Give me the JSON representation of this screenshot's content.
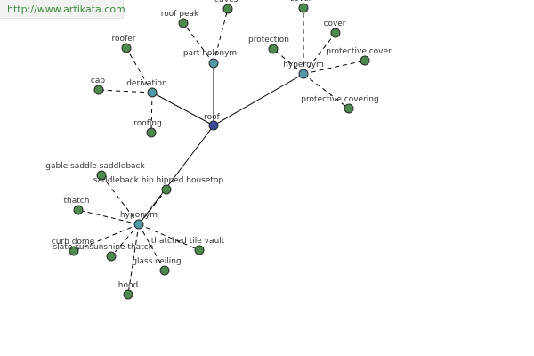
{
  "banner": {
    "url": "http://www.artikata.com"
  },
  "colors": {
    "root": "#3b4a9c",
    "relation": "#4f9aa6",
    "leaf": "#4e8a4e"
  },
  "graph": {
    "nodes": [
      {
        "id": "roof",
        "label": "roof",
        "kind": "root"
      },
      {
        "id": "part_holonym",
        "label": "part holonym",
        "kind": "relation"
      },
      {
        "id": "derivation",
        "label": "derivation",
        "kind": "relation"
      },
      {
        "id": "hypernym",
        "label": "hypernym",
        "kind": "relation"
      },
      {
        "id": "hyponym",
        "label": "hyponym",
        "kind": "relation"
      },
      {
        "id": "roof_peak",
        "label": "roof peak",
        "kind": "leaf"
      },
      {
        "id": "eaves",
        "label": "eaves",
        "kind": "leaf"
      },
      {
        "id": "roofer",
        "label": "roofer",
        "kind": "leaf"
      },
      {
        "id": "cap",
        "label": "cap",
        "kind": "leaf"
      },
      {
        "id": "roofing",
        "label": "roofing",
        "kind": "leaf"
      },
      {
        "id": "cover_top",
        "label": "cover",
        "kind": "leaf"
      },
      {
        "id": "cover",
        "label": "cover",
        "kind": "leaf"
      },
      {
        "id": "protection",
        "label": "protection",
        "kind": "leaf"
      },
      {
        "id": "protective_cover",
        "label": "protective cover",
        "kind": "leaf"
      },
      {
        "id": "protective_covering",
        "label": "protective covering",
        "kind": "leaf"
      },
      {
        "id": "gable",
        "label": "gable saddle saddleback",
        "kind": "leaf"
      },
      {
        "id": "saddleback",
        "label": "saddleback hip hipped housetop",
        "kind": "leaf"
      },
      {
        "id": "thatch",
        "label": "thatch",
        "kind": "leaf"
      },
      {
        "id": "curb_dome",
        "label": "curb dome",
        "kind": "leaf"
      },
      {
        "id": "slate",
        "label": "slate sunsunshine thatch",
        "kind": "leaf"
      },
      {
        "id": "thatched",
        "label": "thatched tile vault",
        "kind": "leaf"
      },
      {
        "id": "glass_ceiling",
        "label": "glass ceiling",
        "kind": "leaf"
      },
      {
        "id": "hood",
        "label": "hood",
        "kind": "leaf"
      }
    ],
    "edges": [
      {
        "from": "roof",
        "to": "part_holonym",
        "style": "solid"
      },
      {
        "from": "roof",
        "to": "derivation",
        "style": "solid"
      },
      {
        "from": "roof",
        "to": "hypernym",
        "style": "solid"
      },
      {
        "from": "roof",
        "to": "hyponym",
        "style": "solid"
      },
      {
        "from": "part_holonym",
        "to": "roof_peak",
        "style": "dashed"
      },
      {
        "from": "part_holonym",
        "to": "eaves",
        "style": "dashed"
      },
      {
        "from": "derivation",
        "to": "roofer",
        "style": "dashed"
      },
      {
        "from": "derivation",
        "to": "cap",
        "style": "dashed"
      },
      {
        "from": "derivation",
        "to": "roofing",
        "style": "dashed"
      },
      {
        "from": "hypernym",
        "to": "cover_top",
        "style": "dashed"
      },
      {
        "from": "hypernym",
        "to": "cover",
        "style": "dashed"
      },
      {
        "from": "hypernym",
        "to": "protection",
        "style": "dashed"
      },
      {
        "from": "hypernym",
        "to": "protective_cover",
        "style": "dashed"
      },
      {
        "from": "hypernym",
        "to": "protective_covering",
        "style": "dashed"
      },
      {
        "from": "hyponym",
        "to": "gable",
        "style": "dashed"
      },
      {
        "from": "hyponym",
        "to": "saddleback",
        "style": "dashed"
      },
      {
        "from": "hyponym",
        "to": "thatch",
        "style": "dashed"
      },
      {
        "from": "hyponym",
        "to": "curb_dome",
        "style": "dashed"
      },
      {
        "from": "hyponym",
        "to": "slate",
        "style": "dashed"
      },
      {
        "from": "hyponym",
        "to": "thatched",
        "style": "dashed"
      },
      {
        "from": "hyponym",
        "to": "glass_ceiling",
        "style": "dashed"
      },
      {
        "from": "hyponym",
        "to": "hood",
        "style": "dashed"
      }
    ]
  }
}
